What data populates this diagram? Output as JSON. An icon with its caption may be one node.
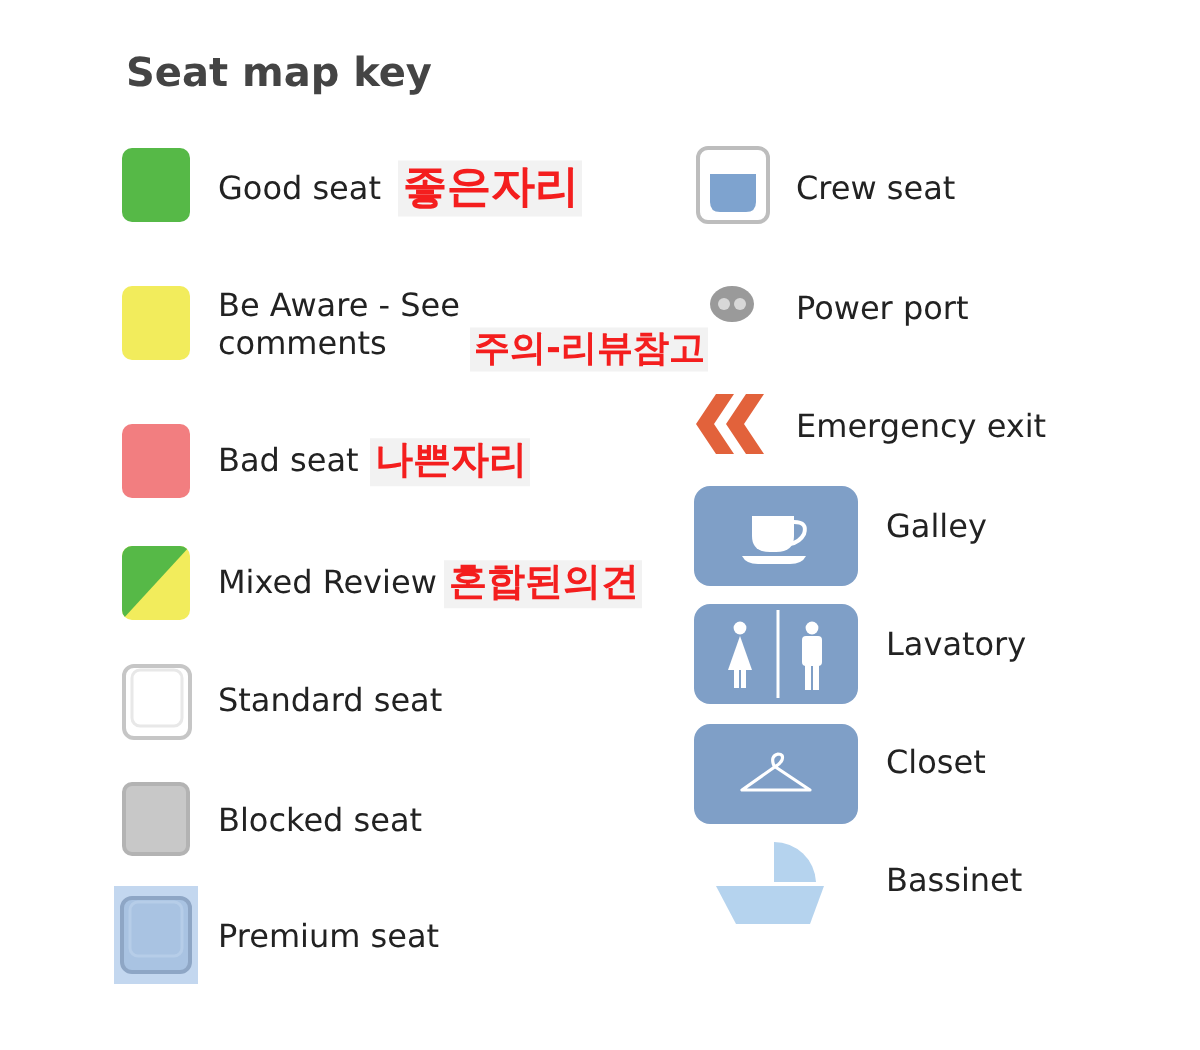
{
  "diagram": {
    "title": "Seat map key",
    "legend": [
      {
        "text": "Good seat",
        "color": "#56b947"
      },
      {
        "text": "Be Aware - See comments",
        "color": "#f2ec5c"
      },
      {
        "text": "Bad seat",
        "color": "#f27e80"
      },
      {
        "text": "Mixed Review"
      },
      {
        "text": "Standard seat"
      },
      {
        "text": "Blocked seat",
        "color": "#c8c8c8"
      },
      {
        "text": "Premium seat"
      },
      {
        "text": "Crew seat"
      },
      {
        "text": "Power port"
      },
      {
        "text": "Emergency exit"
      },
      {
        "text": "Galley"
      },
      {
        "text": "Lavatory"
      },
      {
        "text": "Closet"
      },
      {
        "text": "Bassinet"
      }
    ],
    "labels": [
      "좋은자리",
      "주의-리뷰참고",
      "나쁜자리",
      "혼합된의견"
    ]
  }
}
